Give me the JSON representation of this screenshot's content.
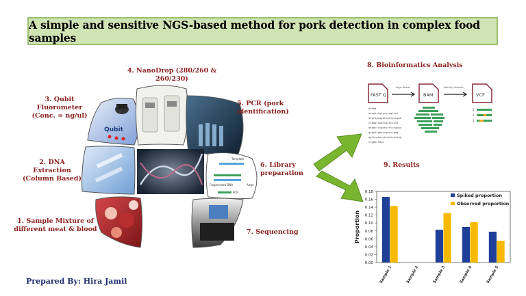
{
  "title": "A simple and sensitive NGS-based method for pork detection in complex food samples",
  "steps": {
    "s1a": "1. Sample Mixture of",
    "s1b": "different meat & blood",
    "s2a": "2. DNA",
    "s2b": "Extraction",
    "s2c": "(Column Based)",
    "s3a": "3. Qubit Fluorometer",
    "s3b": "(Conc. = ng/ul)",
    "s4a": "4. NanoDrop (280/260 &",
    "s4b": "260/230)",
    "s5a": "5. PCR (pork",
    "s5b": "identification)",
    "s6a": "6. Library",
    "s6b": "preparation",
    "s7": "7. Sequencing",
    "s8": "8. Bioinformatics Analysis",
    "s9": "9. Results"
  },
  "bioinf": {
    "fastq": "FAST Q",
    "bam": "BAM",
    "vcf": "VCF",
    "align": "Align Reads",
    "identify": "Identify Variants",
    "read": "@read",
    "seq1": "aacgtctgtacttagctct",
    "seq2": "atgctacggatcgctaccgga",
    "seq3": "ctaggtcaatcgctctcta",
    "seq4": "aaaactccgctctttctgcgc",
    "seq5": "gcgatcgactcgactcgag",
    "seq6": "ggttcgtacctcactcactag",
    "seq7": "ccgatctagc",
    "n1": "1",
    "n2": "2",
    "n3": "3"
  },
  "library_labels": {
    "template": "Template",
    "fragmented": "Fragmented DNA",
    "pcr": "PCR",
    "amp": "Ampl"
  },
  "qubit_label": "Qubit",
  "credit": "Prepared By: Hira Jamil",
  "colors": {
    "title_bg": "#cfe3b4",
    "step_text": "#8b1e1e",
    "arrow": "#7ab530",
    "spiked": "#1f3f99",
    "observed": "#f7b800",
    "credit": "#1f2f6f"
  },
  "chart_data": {
    "type": "bar",
    "categories": [
      "Sample 1",
      "Sample 2",
      "Sample 3",
      "Sample 4",
      "Sample 5"
    ],
    "series": [
      {
        "name": "Spiked proportion",
        "values": [
          0.166,
          0,
          0.083,
          0.09,
          0.078
        ]
      },
      {
        "name": "Observed proportion",
        "values": [
          0.143,
          0,
          0.125,
          0.102,
          0.055
        ]
      }
    ],
    "ylabel": "Proportion",
    "ylim": [
      0,
      0.18
    ],
    "yticks": [
      "0.00",
      "0.02",
      "0.04",
      "0.06",
      "0.08",
      "0.10",
      "0.12",
      "0.14",
      "0.16",
      "0.18"
    ],
    "grid": false,
    "legend": "top-right"
  }
}
